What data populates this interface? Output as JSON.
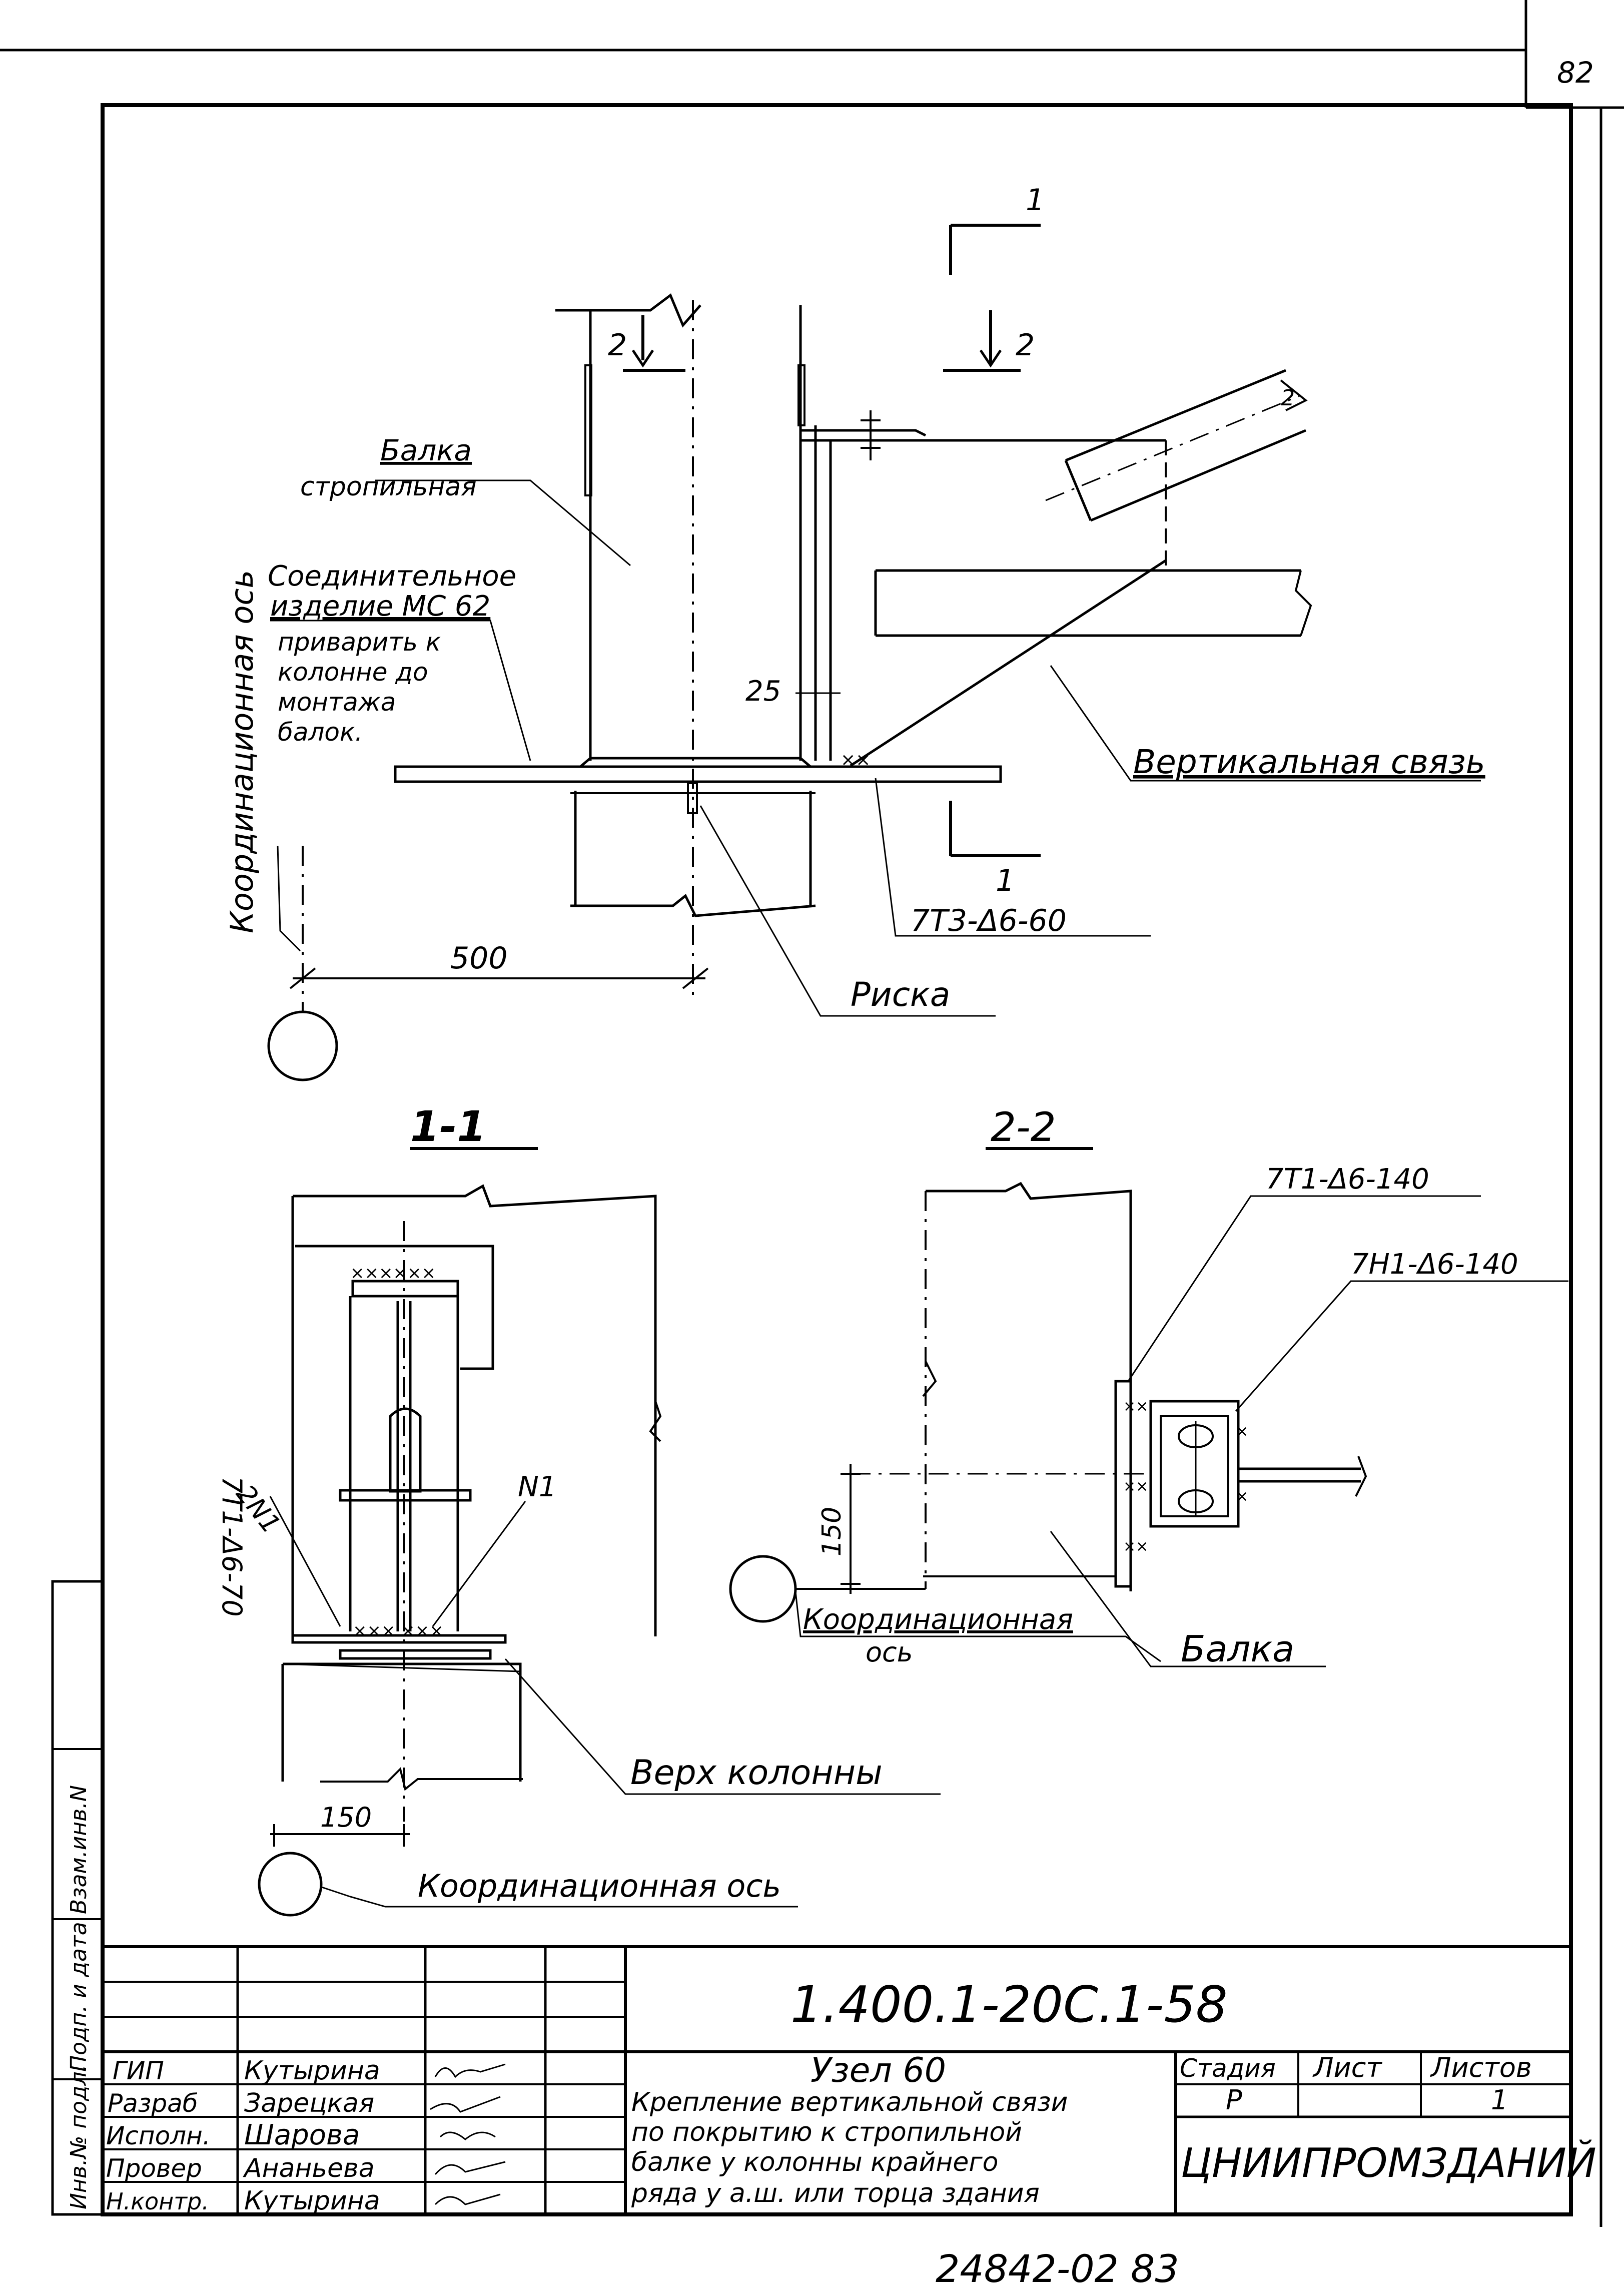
{
  "sheet": {
    "page_number": "82",
    "footer_numbers": "24842-02   83"
  },
  "main_view": {
    "section_mark_1": "1",
    "section_mark_2": "2",
    "label_beam_1": "Балка",
    "label_beam_2": "стропильная",
    "label_connector_1": "Соединительное",
    "label_connector_2": "изделие МС 62",
    "label_weld_1": "приварить к",
    "label_weld_2": "колонне до",
    "label_weld_3": "монтажа",
    "label_weld_4": "балок.",
    "label_axis": "Координационная ось",
    "dim_25": "25",
    "dim_500": "500",
    "label_vertical_brace": "Вертикальная связь",
    "weld_code": "7Т3-Δ6-60",
    "label_mark": "Риска"
  },
  "section_1_1": {
    "title": "1-1",
    "weld_code": "7Т1-Δ6-70",
    "label_2n1": "2N1",
    "label_n1": "N1",
    "label_top": "Верх колонны",
    "dim_150": "150",
    "label_axis": "Координационная ось"
  },
  "section_2_2": {
    "title": "2-2",
    "weld_code_1": "7Т1-Δ6-140",
    "weld_code_2": "7Н1-Δ6-140",
    "dim_150": "150",
    "label_axis_1": "Координационная",
    "label_axis_2": "ось",
    "label_beam": "Балка"
  },
  "side_stamp": {
    "field_1": "Инв.№ подл.",
    "field_2": "Подп. и дата",
    "field_3": "Взам.инв.N"
  },
  "title_block": {
    "doc_code": "1.400.1-20С.1-58",
    "roles": [
      "ГИП",
      "Разраб",
      "Исполн.",
      "Провер",
      "Н.контр."
    ],
    "names": [
      "Кутырина",
      "Зарецкая",
      "Шарова",
      "Ананьева",
      "Кутырина"
    ],
    "node_title": "Узел 60",
    "description_lines": [
      "Крепление вертикальной связи",
      "по покрытию к стропильной",
      "балке у колонны крайнего",
      "ряда у а.ш. или торца здания"
    ],
    "stage_header": "Стадия",
    "sheet_header": "Лист",
    "sheets_header": "Листов",
    "stage_value": "Р",
    "sheets_value": "1",
    "organization": "ЦНИИПРОМЗДАНИЙ"
  }
}
